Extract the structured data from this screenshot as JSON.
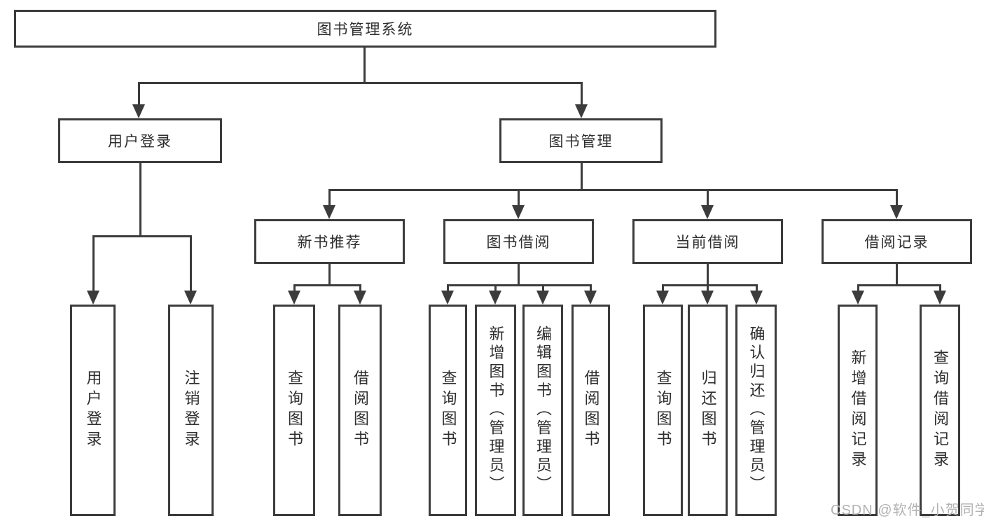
{
  "diagram": {
    "watermark": "CSDN @软件_小贺同学",
    "colors": {
      "line": "#3c3c3c",
      "text": "#2e2e2e",
      "background": "#ffffff",
      "watermark": "#b2b2b2"
    },
    "nodes": {
      "root": "图书管理系统",
      "level2": {
        "user_login": "用户登录",
        "book_management": "图书管理"
      },
      "level3": {
        "new_book_recommend": "新书推荐",
        "book_borrowing": "图书借阅",
        "current_borrowing": "当前借阅",
        "borrow_records": "借阅记录"
      },
      "leaves": {
        "login": "用户登录",
        "logout": "注销登录",
        "nb_query_books": "查询图书",
        "nb_borrow_books": "借阅图书",
        "bb_query_books": "查询图书",
        "bb_add_books": "新增图书（管理员）",
        "bb_edit_books": "编辑图书（管理员）",
        "bb_borrow_books": "借阅图书",
        "cb_query_books": "查询图书",
        "cb_return_books": "归还图书",
        "cb_confirm_return": "确认归还（管理员）",
        "rec_add_record": "新增借阅记录",
        "rec_query_record": "查询借阅记录"
      }
    }
  }
}
